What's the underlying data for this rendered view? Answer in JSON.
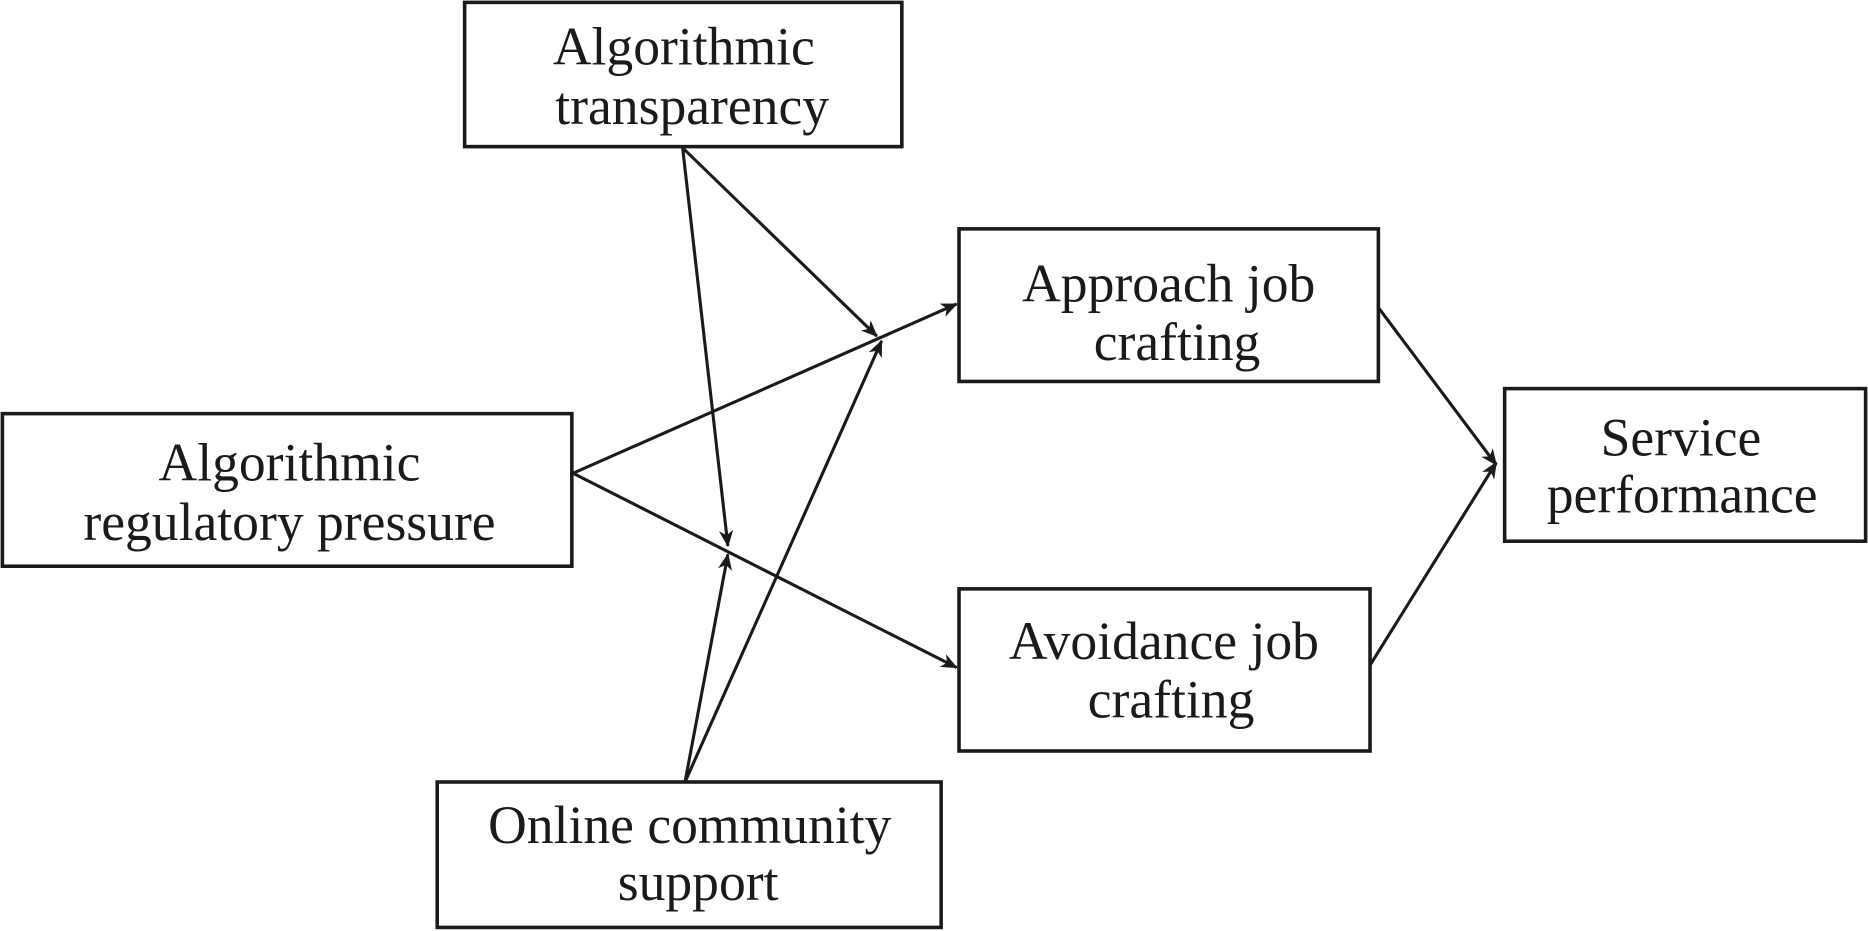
{
  "nodes": {
    "transparency": [
      "Algorithmic",
      "transparency"
    ],
    "pressure": [
      "Algorithmic",
      "regulatory pressure"
    ],
    "approach": [
      "Approach job",
      "crafting"
    ],
    "avoidance": [
      "Avoidance job",
      "crafting"
    ],
    "service": [
      "Service",
      "performance"
    ],
    "community": [
      "Online community",
      "support"
    ]
  },
  "edges": [
    {
      "from": "Algorithmic regulatory pressure",
      "to": "Approach job crafting"
    },
    {
      "from": "Algorithmic regulatory pressure",
      "to": "Avoidance job crafting"
    },
    {
      "from": "Algorithmic transparency",
      "to": "pressure→approach path (moderation)"
    },
    {
      "from": "Algorithmic transparency",
      "to": "pressure→avoidance path (moderation)"
    },
    {
      "from": "Online community support",
      "to": "pressure→approach path (moderation)"
    },
    {
      "from": "Online community support",
      "to": "pressure→avoidance path (moderation)"
    },
    {
      "from": "Approach job crafting",
      "to": "Service performance"
    },
    {
      "from": "Avoidance job crafting",
      "to": "Service performance"
    }
  ]
}
